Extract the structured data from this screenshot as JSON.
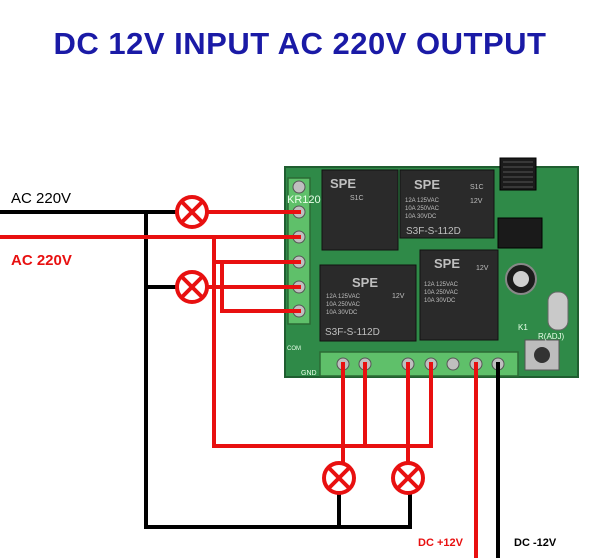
{
  "title": "DC 12V INPUT AC 220V OUTPUT",
  "labels": {
    "ac_live": "AC 220V",
    "ac_neutral": "AC 220V",
    "dc_plus": "DC +12V",
    "dc_minus": "DC -12V"
  },
  "board": {
    "model": "KR120",
    "relay_brand": "SPE",
    "relay_model": "S3F-S-112D",
    "relay_code": "S1C",
    "relay_ratings": [
      "12A 125VAC",
      "10A 250VAC",
      "10A 30VDC"
    ],
    "relay_coil": "12V",
    "adj_label": "R(ADJ)",
    "k1_label": "K1",
    "com_label": "COM",
    "gnd_label": "GND"
  },
  "colors": {
    "title": "#1a1aa6",
    "live_wire": "#e81010",
    "neutral_wire": "#000000",
    "board": "#2f8a48",
    "terminal": "#5fc06a",
    "relay": "#2a2a2a"
  }
}
